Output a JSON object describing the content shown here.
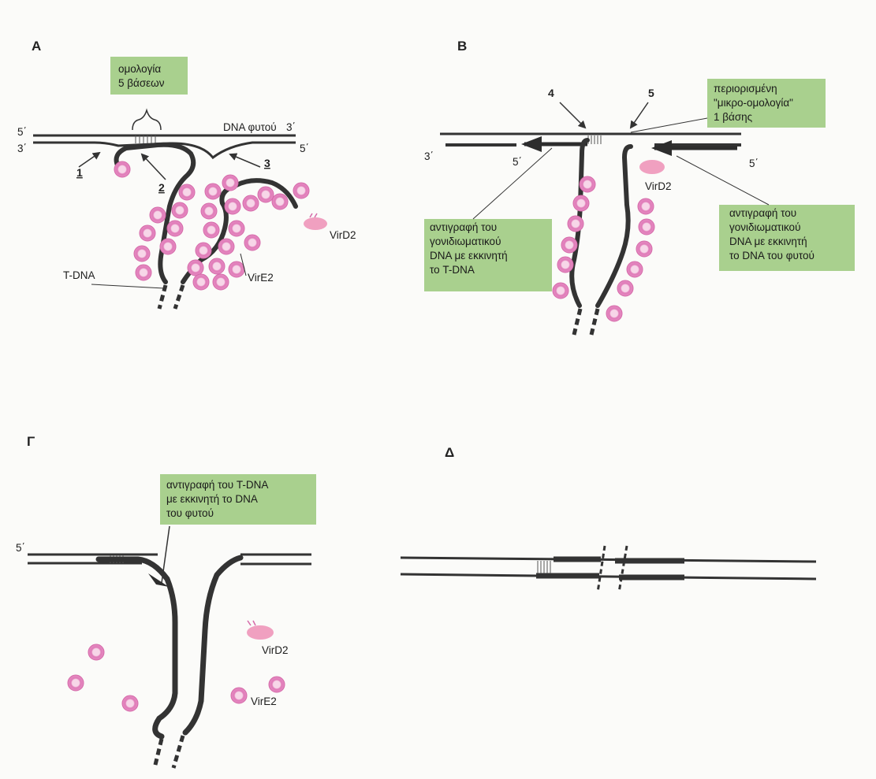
{
  "colors": {
    "background": "#fbfbf9",
    "strand": "#333333",
    "box_fill": "#a9d08e",
    "sphere": "#e07bb8",
    "sphere_center": "#f4c8e0",
    "virD2": "#f0a0c0"
  },
  "panels": {
    "A": {
      "label": "A",
      "box_lines": [
        "ομολογία",
        "5 βάσεων"
      ],
      "plant_dna_label": "DNA φυτού",
      "end_5_left": "5΄",
      "end_3_left": "3΄",
      "end_3_right": "3΄",
      "end_5_right": "5΄",
      "step1": "1",
      "step2": "2",
      "step3": "3",
      "tdna_label": "T-DNA",
      "vire2_label": "VirE2",
      "vird2_label": "VirD2"
    },
    "B": {
      "label": "B",
      "box_top_lines": [
        "περιορισμένη",
        "\"μικρο-ομολογία\"",
        "1 βάσης"
      ],
      "box_left_lines": [
        "αντιγραφή του",
        "γονιδιωματικού",
        "DNA με εκκινητή",
        "το T-DNA"
      ],
      "box_right_lines": [
        "αντιγραφή του",
        "γονιδιωματικού",
        "DNA με εκκινητή",
        "το DNA του φυτού"
      ],
      "step4": "4",
      "step5": "5",
      "end_3": "3΄",
      "end_5_mid": "5΄",
      "end_5_right": "5΄",
      "vird2_label": "VirD2"
    },
    "G": {
      "label": "Γ",
      "box_lines": [
        "αντιγραφή του T-DNA",
        "με εκκινητή το DNA",
        "του φυτού"
      ],
      "end_5": "5΄",
      "vird2_label": "VirD2",
      "vire2_label": "VirE2"
    },
    "D": {
      "label": "Δ"
    }
  }
}
